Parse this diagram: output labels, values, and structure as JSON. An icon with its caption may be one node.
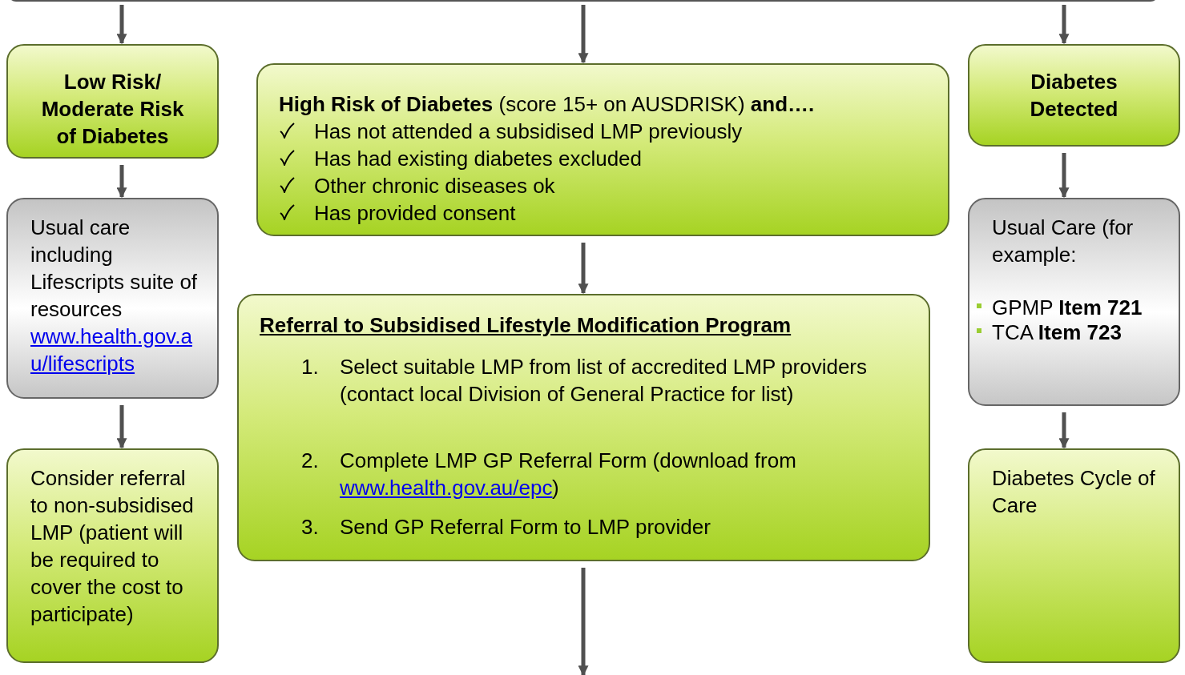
{
  "diagram": {
    "nodes": [
      {
        "text": [],
        "shape": "box"
      },
      {
        "text": [
          "Low Risk/ Moderate Risk of Diabetes"
        ]
      },
      {
        "text": [
          "Usual care including Lifescripts suite of resources",
          "www.health.gov.au/lifescripts"
        ]
      },
      {
        "text": [
          "Consider referral to non-subsidised LMP (patient will be required to cover the cost to participate)"
        ]
      },
      {
        "text": [
          "**High Risk of Diabetes** (score 15+ on AUSDRISK) **and….**",
          "Has not attended a subsidised LMP previously",
          "Has had existing diabetes excluded",
          "Other chronic diseases ok",
          "Has provided consent"
        ]
      },
      {
        "text": [
          "Referral to Subsidised Lifestyle Modification Program",
          "1.",
          "Select suitable LMP from list of accredited LMP providers (contact local Division of General Practice for list)",
          "2.",
          "Complete LMP GP Referral Form (download from",
          "www.health.gov.au/epc",
          ")",
          "3.",
          "Send GP Referral Form to LMP provider"
        ]
      },
      {
        "text": [
          "Diabetes Detected"
        ]
      },
      {
        "text": [
          "Usual Care (for example:",
          "GPMP **Item 721**",
          "TCA **Item 723**"
        ]
      },
      {
        "text": [
          "Diabetes Cycle of Care"
        ]
      }
    ],
    "edges": [
      {
        "from": 0,
        "to": 1,
        "arrow": "to"
      },
      {
        "from": 0,
        "to": 4,
        "arrow": "to"
      },
      {
        "from": 0,
        "to": 6,
        "arrow": "to"
      },
      {
        "from": 1,
        "to": 2,
        "arrow": "to"
      },
      {
        "from": 2,
        "to": 3,
        "arrow": "to"
      },
      {
        "from": 4,
        "to": 5,
        "arrow": "to"
      },
      {
        "from": 5,
        "to": null,
        "arrow": "to"
      },
      {
        "from": 6,
        "to": 7,
        "arrow": "to"
      },
      {
        "from": 7,
        "to": 8,
        "arrow": "to"
      }
    ]
  }
}
